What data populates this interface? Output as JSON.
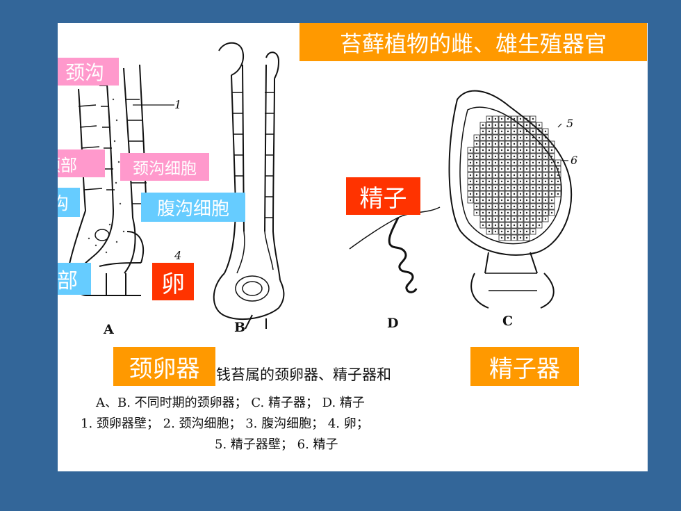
{
  "title": "苔藓植物的雌、雄生殖器官",
  "labels": {
    "neck_canal": "颈沟",
    "neck": "颈部",
    "neck_canal_cell": "颈沟细胞",
    "venter_canal": "腹沟",
    "venter_canal_cell": "腹沟细胞",
    "venter": "腹部",
    "egg": "卵",
    "sperm": "精子",
    "archegonium": "颈卵器",
    "antheridium": "精子器"
  },
  "figure": {
    "letters": {
      "a": "A",
      "b": "B",
      "c": "C",
      "d": "D"
    },
    "numbers": {
      "n1": "1",
      "n4": "4",
      "n5": "5",
      "n6": "6"
    },
    "caption_title": "钱苔属的颈卵器、精子器和",
    "legend_line1": "A、B. 不同时期的颈卵器；  C. 精子器；  D. 精子",
    "legend_line2": "1. 颈卵器壁；  2. 颈沟细胞；  3. 腹沟细胞；    4. 卵；",
    "legend_line3": "5. 精子器壁；  6. 精子"
  },
  "colors": {
    "background": "#336699",
    "pink": "#ff99cc",
    "blue": "#66ccff",
    "red": "#ff3300",
    "orange": "#ff9900"
  }
}
